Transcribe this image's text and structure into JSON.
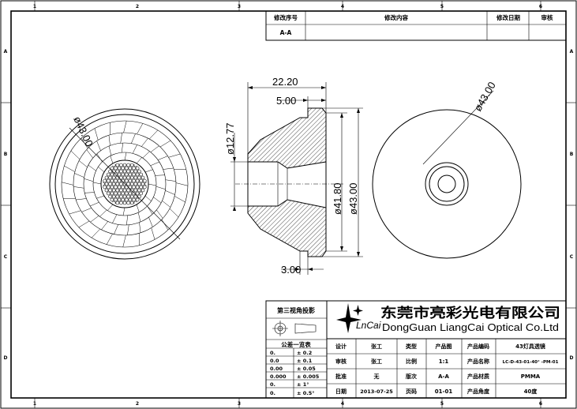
{
  "frame": {
    "columns": [
      "1",
      "2",
      "3",
      "4",
      "5",
      "6"
    ],
    "rows": [
      "A",
      "B",
      "C",
      "D"
    ]
  },
  "revision_table": {
    "headers": [
      "修改序号",
      "修改内容",
      "修改日期",
      "审核"
    ],
    "row": [
      "A-A",
      "",
      "",
      ""
    ]
  },
  "dimensions": {
    "front_diameter": "ø43.00",
    "section_overall_length": "22.20",
    "section_flange_length": "5.00",
    "section_inner_diameter": "ø12.77",
    "section_diameter_1": "ø41.80",
    "section_diameter_2": "ø43.00",
    "section_bottom_length": "3.00",
    "back_diameter": "ø43.00"
  },
  "projection": {
    "title": "第三视角投影",
    "tolerance_title": "公差一览表",
    "tolerances": [
      [
        "0.",
        "± 0.2"
      ],
      [
        "0.0",
        "± 0.1"
      ],
      [
        "0.00",
        "± 0.05"
      ],
      [
        "0.000",
        "± 0.005"
      ],
      [
        "0.",
        "± 1°"
      ],
      [
        "0.",
        "± 0.5°"
      ]
    ]
  },
  "company": {
    "logo_text": "LnCai",
    "name_cn": "东莞市亮彩光电有限公司",
    "name_en": "DongGuan LiangCai Optical Co.Ltd"
  },
  "title_block": {
    "rows": [
      [
        "设计",
        "张工",
        "类型",
        "产品图",
        "产品编码",
        "43灯具透镜"
      ],
      [
        "审核",
        "张工",
        "比例",
        "1:1",
        "产品名称",
        "LC-D-43-01-40° -PM-01"
      ],
      [
        "批准",
        "无",
        "版次",
        "A-A",
        "产品材质",
        "PMMA"
      ],
      [
        "日期",
        "2013-07-25",
        "页码",
        "01-01",
        "产品角度",
        "40度"
      ]
    ]
  }
}
